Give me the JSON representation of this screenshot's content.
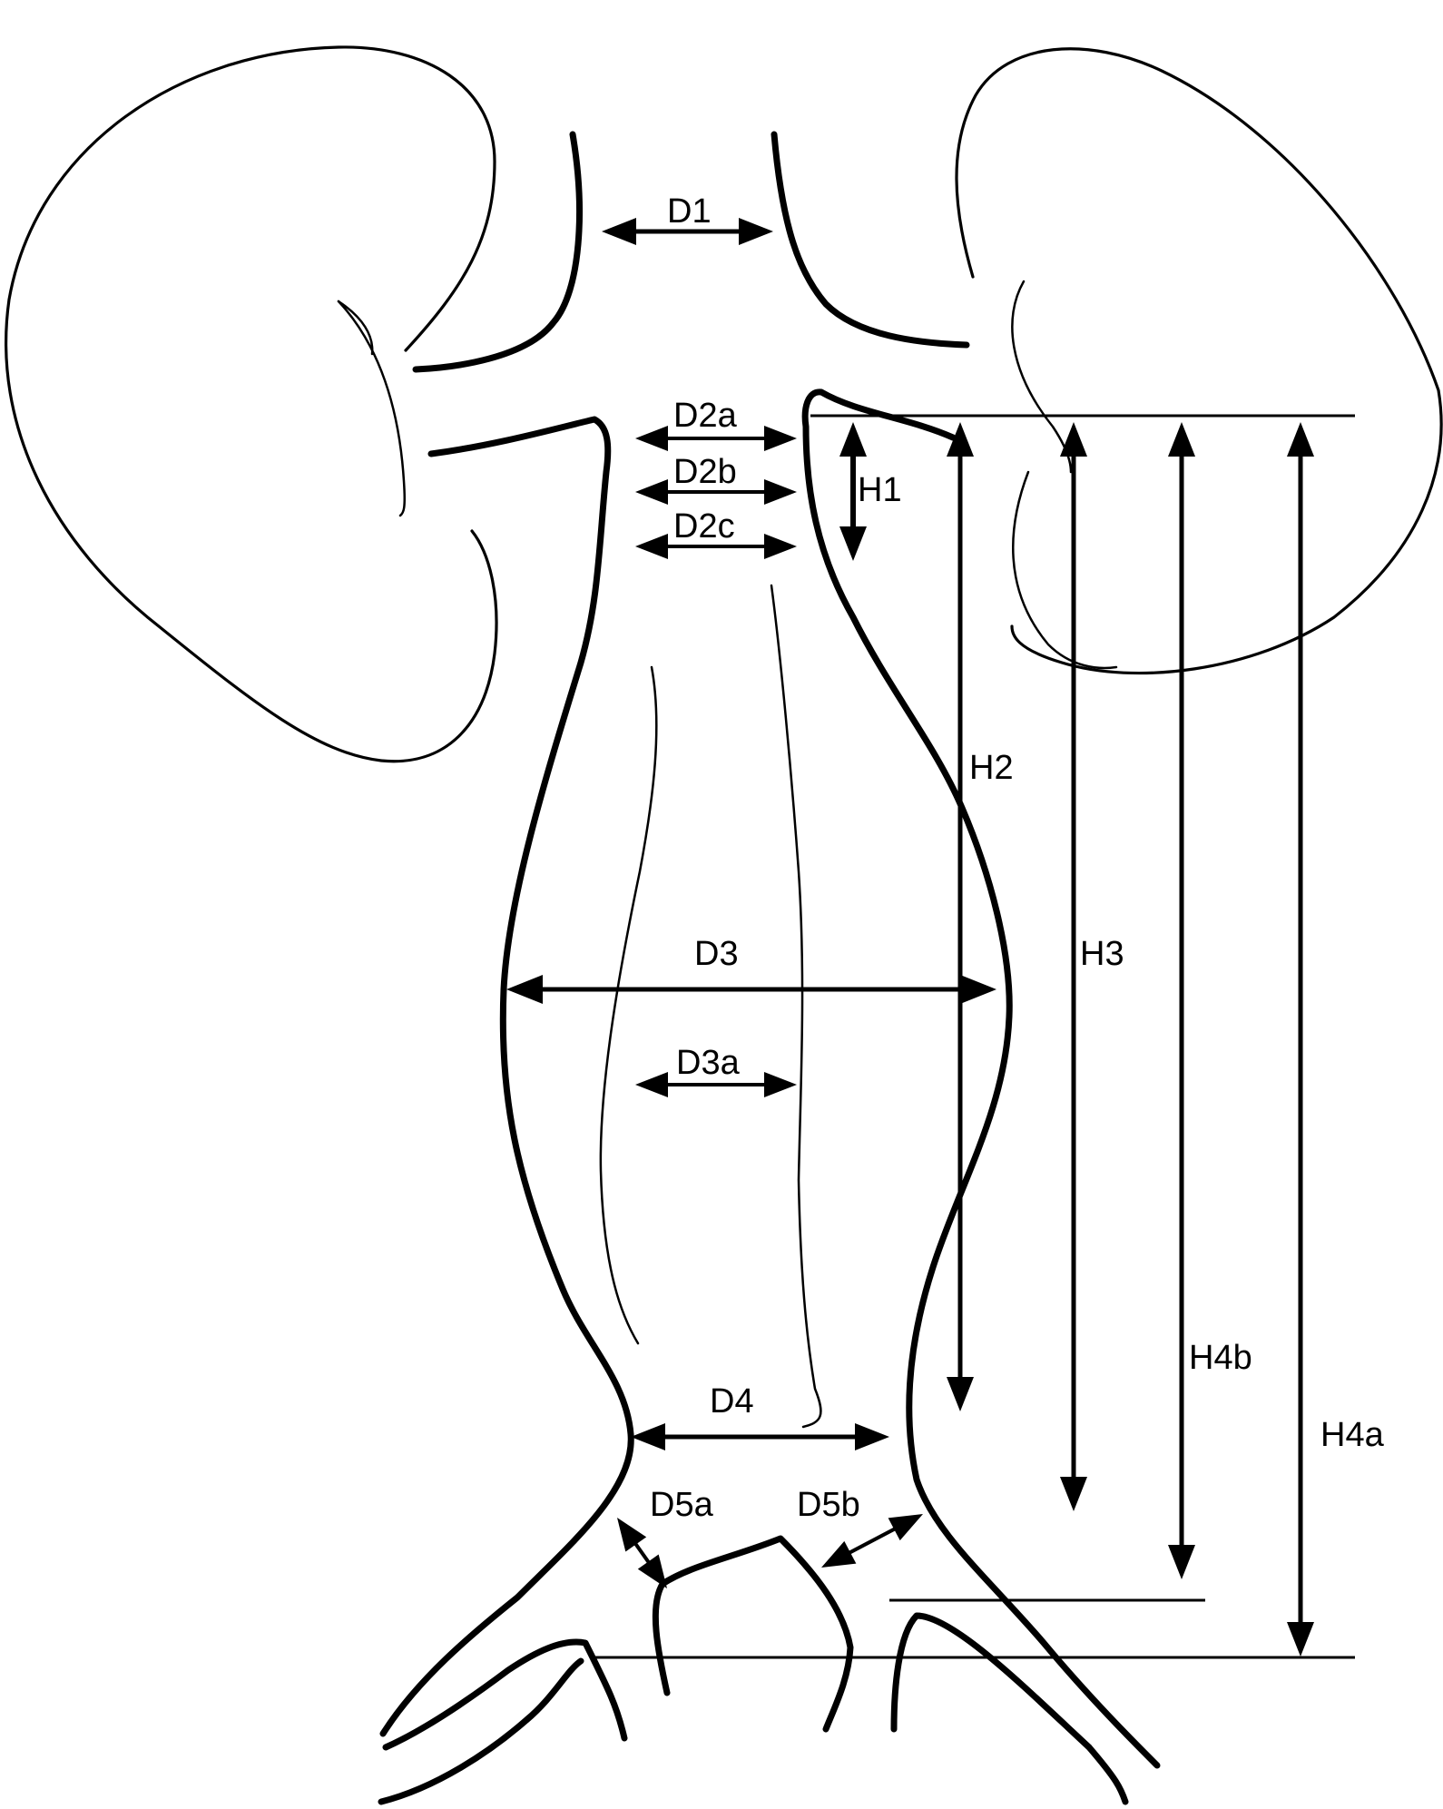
{
  "labels": {
    "d1": "D1",
    "d2a": "D2a",
    "d2b": "D2b",
    "d2c": "D2c",
    "d3": "D3",
    "d3a": "D3a",
    "d4": "D4",
    "d5a": "D5a",
    "d5b": "D5b",
    "h1": "H1",
    "h2": "H2",
    "h3": "H3",
    "h4a": "H4a",
    "h4b": "H4b"
  }
}
